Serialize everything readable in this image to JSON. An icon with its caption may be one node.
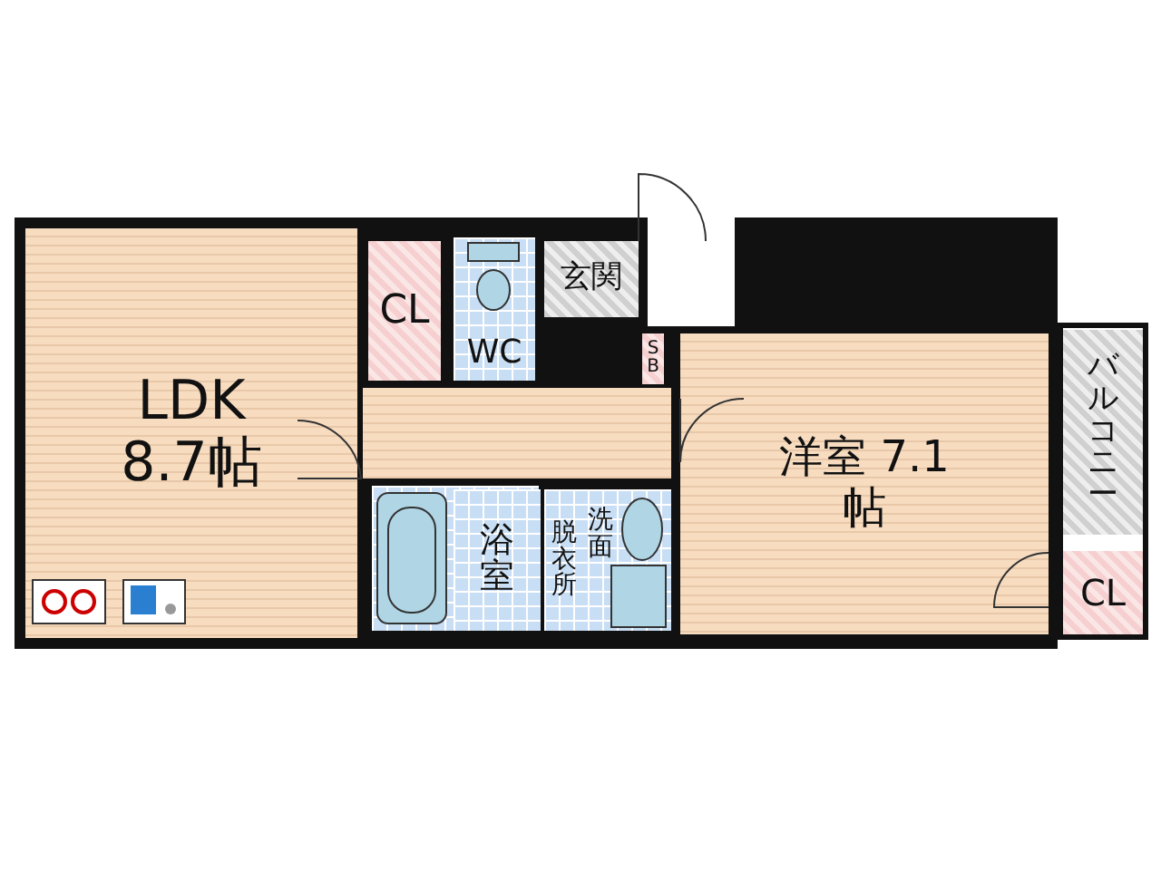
{
  "diagram": {
    "nodes": [
      {
        "text": [
          "LDK 8.7帖"
        ]
      },
      {
        "text": [
          "CL"
        ]
      },
      {
        "text": [
          "WC"
        ]
      },
      {
        "text": [
          "玄関"
        ]
      },
      {
        "text": [
          "SB"
        ]
      },
      {
        "text": [
          "洋室 7.1帖"
        ]
      },
      {
        "text": [
          "バルコニー"
        ]
      },
      {
        "text": [
          "浴室"
        ]
      },
      {
        "text": [
          "脱衣所"
        ]
      },
      {
        "text": [
          "洗面"
        ]
      },
      {
        "text": [
          "CL"
        ]
      }
    ]
  }
}
